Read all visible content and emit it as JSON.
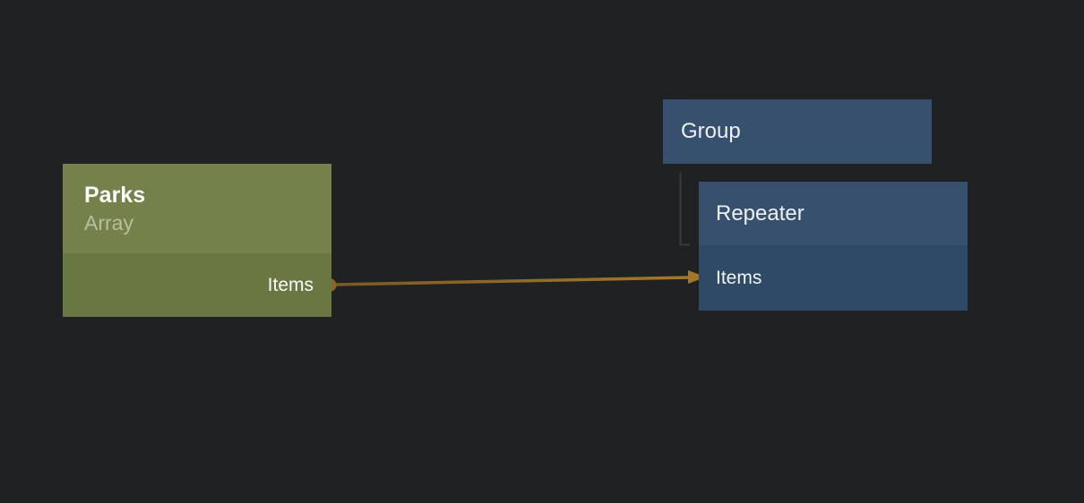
{
  "canvas": {
    "background_color": "#202122"
  },
  "nodes": {
    "parks": {
      "title": "Parks",
      "subtitle": "Array",
      "output_port": {
        "label": "Items"
      },
      "colors": {
        "header": "#74814b",
        "body": "#697843",
        "title_text": "#fcfcfc",
        "subtitle_text": "#b7bf9f",
        "port_text": "#fafafa"
      }
    },
    "group": {
      "title": "Group",
      "colors": {
        "header": "#36506e",
        "title_text": "#eef1f4"
      }
    },
    "repeater": {
      "title": "Repeater",
      "input_port": {
        "label": "Items"
      },
      "colors": {
        "header": "#36506e",
        "body": "#2e4a66",
        "title_text": "#eef1f4",
        "port_text": "#f2f4f6"
      }
    }
  },
  "connections": {
    "data_wire": {
      "from": "Parks.Items",
      "to": "Repeater.Items",
      "color_start": "#7a5a21",
      "color_end": "#a67a2c",
      "dot_color": "#8c6624"
    },
    "hierarchy_wire": {
      "from": "Group",
      "to": "Repeater",
      "color": "#3b3b3b"
    }
  }
}
